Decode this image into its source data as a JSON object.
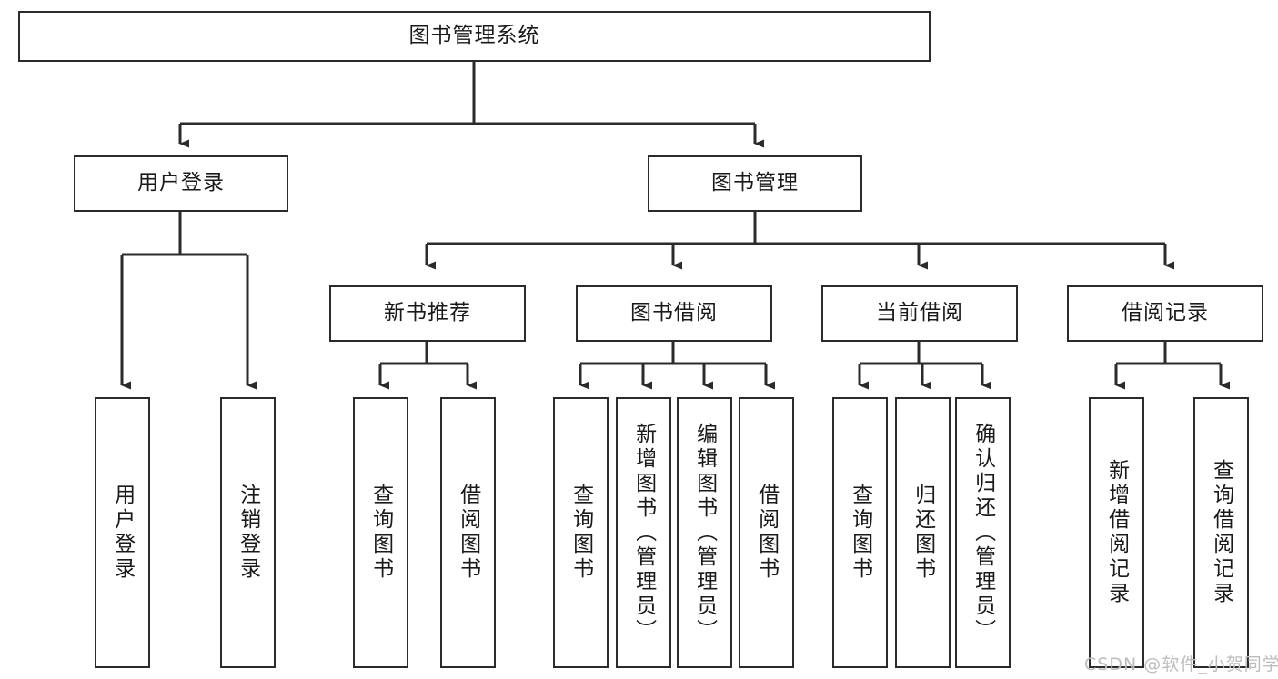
{
  "diagram": {
    "type": "tree-hierarchy-chart",
    "title": "图书管理系统",
    "stroke_color": "#2b2b2b",
    "fill_color": "#ffffff",
    "text_color": "#1a1a1a",
    "watermark": "CSDN @软件_小贺同学",
    "watermark_color": "#bdbdbd",
    "levels": {
      "root": {
        "label": "图书管理系统"
      },
      "level2": [
        {
          "label": "用户登录"
        },
        {
          "label": "图书管理"
        }
      ],
      "level3": [
        {
          "label": "新书推荐"
        },
        {
          "label": "图书借阅"
        },
        {
          "label": "当前借阅"
        },
        {
          "label": "借阅记录"
        }
      ],
      "leaves": {
        "user_login": [
          {
            "label": "用户登录"
          },
          {
            "label": "注销登录"
          }
        ],
        "new_book_recommend": [
          {
            "label": "查询图书"
          },
          {
            "label": "借阅图书"
          }
        ],
        "book_borrow": [
          {
            "label": "查询图书"
          },
          {
            "label": "新增图书（管理员）"
          },
          {
            "label": "编辑图书（管理员）"
          },
          {
            "label": "借阅图书"
          }
        ],
        "current_borrow": [
          {
            "label": "查询图书"
          },
          {
            "label": "归还图书"
          },
          {
            "label": "确认归还（管理员）"
          }
        ],
        "borrow_record": [
          {
            "label": "新增借阅记录"
          },
          {
            "label": "查询借阅记录"
          }
        ]
      }
    }
  }
}
